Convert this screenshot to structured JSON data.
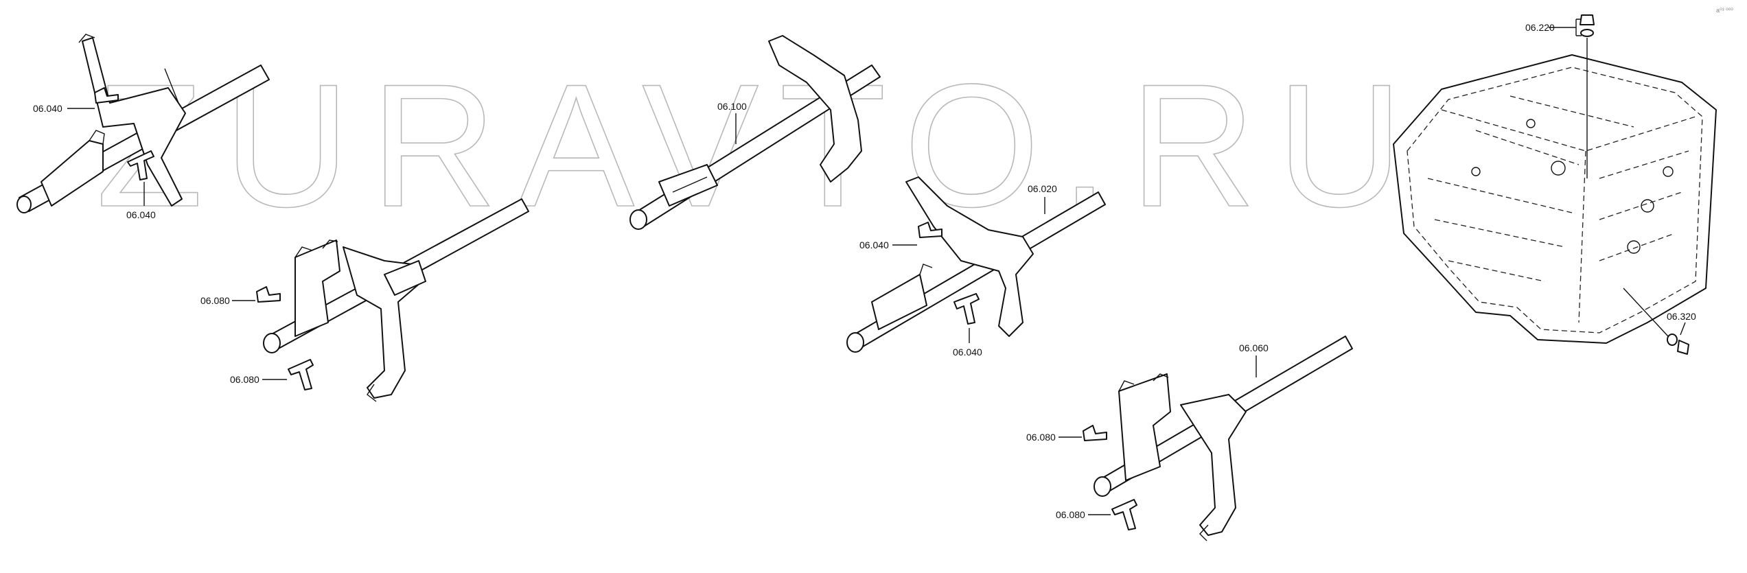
{
  "watermark": "ZURAVTO.RU",
  "corner_mark": "a⁰³ ⁰⁰⁰",
  "labels": {
    "l1": "06.040",
    "l2": "06.040",
    "l3": "06.080",
    "l4": "06.080",
    "l5": "06.100",
    "l6": "06.020",
    "l7": "06.040",
    "l8": "06.040",
    "l9": "06.060",
    "l10": "06.080",
    "l11": "06.080",
    "l12": "06.220",
    "l13": "06.320"
  }
}
